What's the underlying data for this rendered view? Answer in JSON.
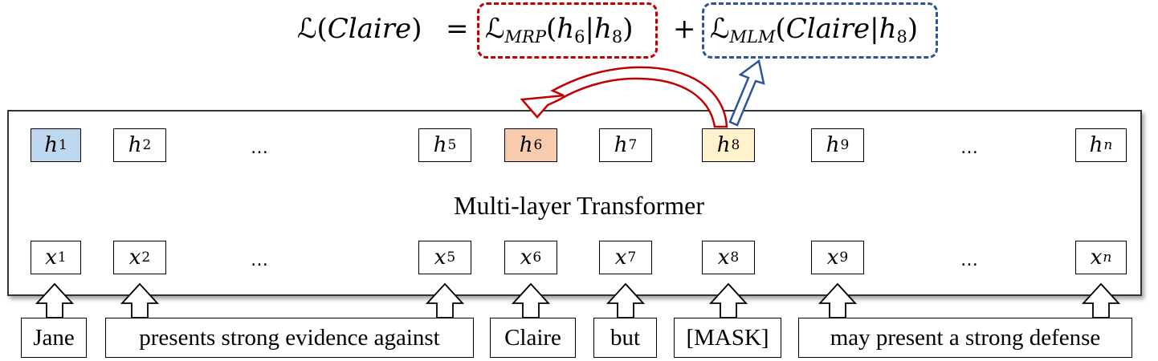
{
  "formula": {
    "lhs_symbol": "ℒ",
    "lhs_arg": "Claire",
    "equals": "=",
    "mrp_symbol": "ℒ",
    "mrp_sub": "MRP",
    "mrp_arg_h": "h",
    "mrp_arg_h_idx": "6",
    "mrp_cond_h": "h",
    "mrp_cond_idx": "8",
    "plus": "+",
    "mlm_symbol": "ℒ",
    "mlm_sub": "MLM",
    "mlm_arg": "Claire",
    "mlm_cond_h": "h",
    "mlm_cond_idx": "8"
  },
  "transformer_label": "Multi-layer Transformer",
  "ellipsis": "…",
  "hidden_nodes": [
    {
      "var": "h",
      "idx": "1",
      "highlight": "blue"
    },
    {
      "var": "h",
      "idx": "2",
      "highlight": "none"
    },
    {
      "var": "h",
      "idx": "5",
      "highlight": "none"
    },
    {
      "var": "h",
      "idx": "6",
      "highlight": "orange"
    },
    {
      "var": "h",
      "idx": "7",
      "highlight": "none"
    },
    {
      "var": "h",
      "idx": "8",
      "highlight": "yellow"
    },
    {
      "var": "h",
      "idx": "9",
      "highlight": "none"
    },
    {
      "var": "h",
      "idx": "n",
      "highlight": "none"
    }
  ],
  "input_nodes": [
    {
      "var": "x",
      "idx": "1"
    },
    {
      "var": "x",
      "idx": "2"
    },
    {
      "var": "x",
      "idx": "5"
    },
    {
      "var": "x",
      "idx": "6"
    },
    {
      "var": "x",
      "idx": "7"
    },
    {
      "var": "x",
      "idx": "8"
    },
    {
      "var": "x",
      "idx": "9"
    },
    {
      "var": "x",
      "idx": "n"
    }
  ],
  "words": [
    {
      "text": "Jane",
      "highlight": "blue"
    },
    {
      "text": "presents strong evidence against",
      "highlight": "none"
    },
    {
      "text": "Claire",
      "highlight": "orange"
    },
    {
      "text": "but",
      "highlight": "none"
    },
    {
      "text": "[MASK]",
      "highlight": "yellow"
    },
    {
      "text": "may present a strong defense",
      "highlight": "none"
    }
  ],
  "colors": {
    "blue_fill": "#bdd7ee",
    "orange_fill": "#f8cbad",
    "yellow_fill": "#fff2cc",
    "mrp_red": "#c00000",
    "mlm_blue": "#2f5597"
  }
}
